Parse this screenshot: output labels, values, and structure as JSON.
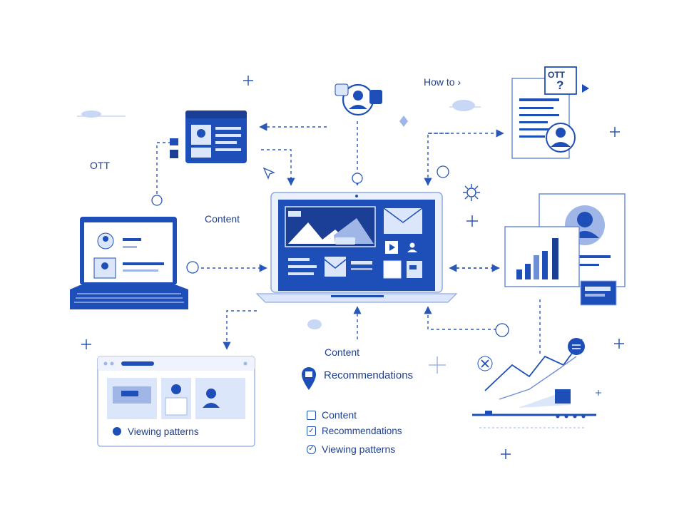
{
  "labels": {
    "ott_left": "OTT",
    "how_to": "How to",
    "ott_doc": "OTT",
    "question_mark": "?",
    "content_mid": "Content",
    "content_bottom": "Content",
    "recommendations_pin": "Recommendations",
    "viewing_patterns_card": "Viewing patterns"
  },
  "legend": [
    {
      "label": "Content",
      "checked": false
    },
    {
      "label": "Recommendations",
      "checked": true
    },
    {
      "label": "Viewing patterns",
      "checked": true
    }
  ],
  "colors": {
    "primary": "#1e4fb8",
    "dark": "#1a3f94",
    "light": "#dbe6fb",
    "pale": "#eef3fd",
    "line": "#2a58b8"
  }
}
